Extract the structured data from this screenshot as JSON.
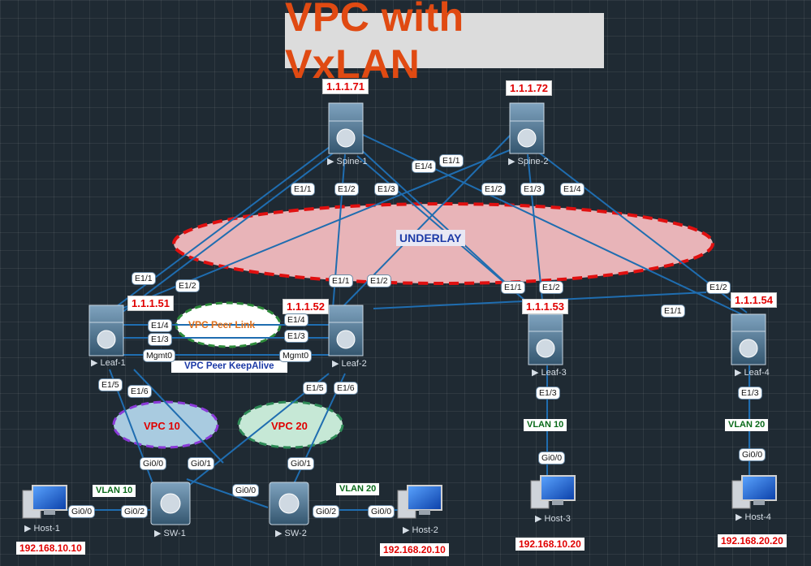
{
  "title": "VPC with VxLAN",
  "underlay_label": "UNDERLAY",
  "vpc_peer_link_label": "VPC Peer Link",
  "vpc_peer_keepalive_label": "VPC Peer KeepAlive",
  "vpc_groups": {
    "vpc10": "VPC 10",
    "vpc20": "VPC 20"
  },
  "devices": {
    "spine1": {
      "name": "Spine-1",
      "ip": "1.1.1.71"
    },
    "spine2": {
      "name": "Spine-2",
      "ip": "1.1.1.72"
    },
    "leaf1": {
      "name": "Leaf-1",
      "ip": "1.1.1.51"
    },
    "leaf2": {
      "name": "Leaf-2",
      "ip": "1.1.1.52"
    },
    "leaf3": {
      "name": "Leaf-3",
      "ip": "1.1.1.53"
    },
    "leaf4": {
      "name": "Leaf-4",
      "ip": "1.1.1.54"
    },
    "sw1": {
      "name": "SW-1"
    },
    "sw2": {
      "name": "SW-2"
    },
    "host1": {
      "name": "Host-1",
      "ip": "192.168.10.10"
    },
    "host2": {
      "name": "Host-2",
      "ip": "192.168.20.10"
    },
    "host3": {
      "name": "Host-3",
      "ip": "192.168.10.20"
    },
    "host4": {
      "name": "Host-4",
      "ip": "192.168.20.20"
    }
  },
  "vlans": {
    "sw1_host1": "VLAN 10",
    "sw2_host2": "VLAN 20",
    "leaf3_host3": "VLAN 10",
    "leaf4_host4": "VLAN 20"
  },
  "ports": {
    "spine1_e11": "E1/1",
    "spine1_e12": "E1/2",
    "spine1_e13": "E1/3",
    "spine1_e14": "E1/4",
    "spine2_e11": "E1/1",
    "spine2_e12": "E1/2",
    "spine2_e13": "E1/3",
    "spine2_e14": "E1/4",
    "leaf1_e11": "E1/1",
    "leaf1_e12": "E1/2",
    "leaf1_e14": "E1/4",
    "leaf1_e13": "E1/3",
    "leaf1_mgmt": "Mgmt0",
    "leaf1_e15": "E1/5",
    "leaf1_e16": "E1/6",
    "leaf2_e11": "E1/1",
    "leaf2_e12": "E1/2",
    "leaf2_e14": "E1/4",
    "leaf2_e13": "E1/3",
    "leaf2_mgmt": "Mgmt0",
    "leaf2_e15": "E1/5",
    "leaf2_e16": "E1/6",
    "leaf3_e11": "E1/1",
    "leaf3_e12": "E1/2",
    "leaf3_e13": "E1/3",
    "leaf4_e11": "E1/1",
    "leaf4_e12": "E1/2",
    "leaf4_e13": "E1/3",
    "sw1_gi00": "Gi0/0",
    "sw1_gi01": "Gi0/1",
    "sw1_gi02": "Gi0/2",
    "sw2_gi00": "Gi0/0",
    "sw2_gi01": "Gi0/1",
    "sw2_gi02": "Gi0/2",
    "host1_gi00": "Gi0/0",
    "host2_gi00": "Gi0/0",
    "host3_gi00": "Gi0/0",
    "host4_gi00": "Gi0/0"
  },
  "colors": {
    "underlay_fill": "#e8b4b8",
    "underlay_border": "#e01010",
    "peer_link_border": "#2e8b3a",
    "vpc10_fill": "#a9cbe0",
    "vpc10_border": "#8a3ad8",
    "vpc20_fill": "#c6e8d6",
    "vpc20_border": "#2e8b57",
    "title": "#e04a12",
    "ip_text": "#e00000",
    "link_line": "#1f6db0"
  }
}
